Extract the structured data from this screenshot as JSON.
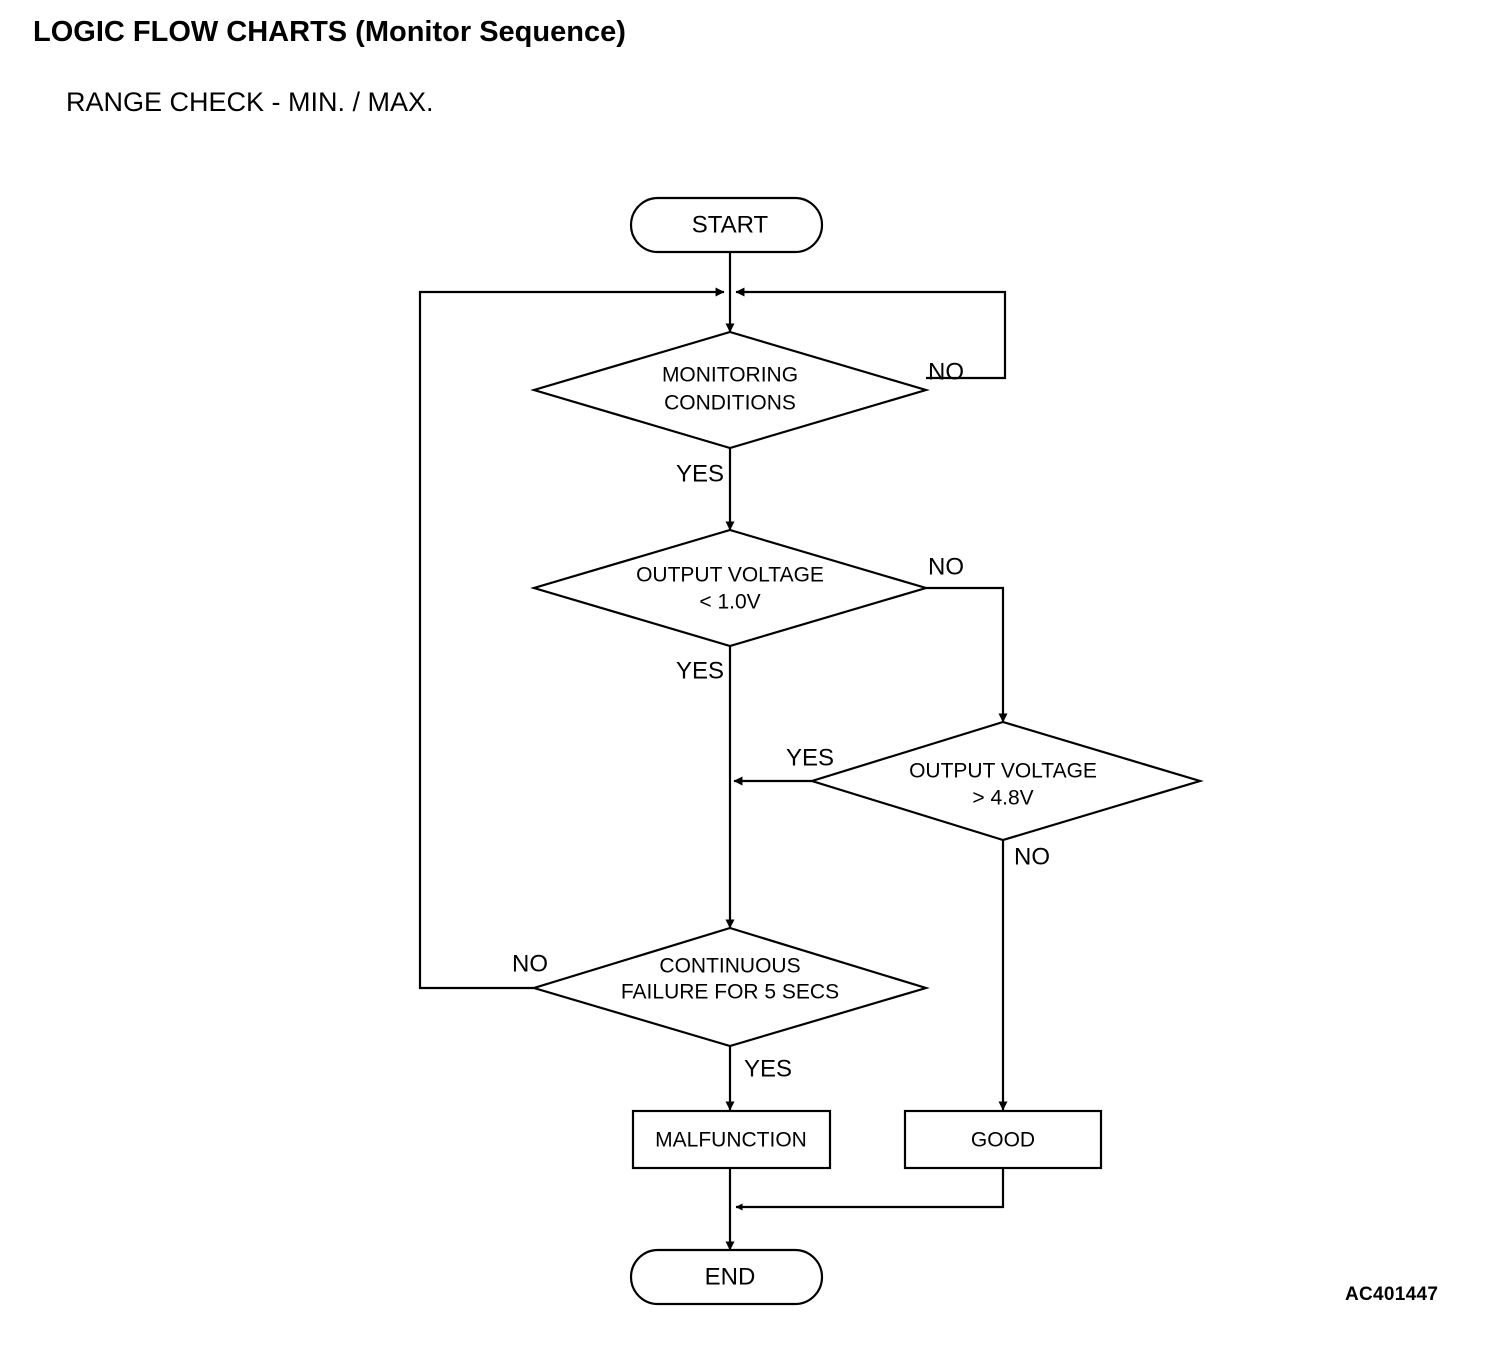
{
  "document": {
    "title": "LOGIC FLOW CHARTS (Monitor Sequence)",
    "subtitle": "RANGE CHECK - MIN. / MAX.",
    "figure_code": "AC401447"
  },
  "chart_data": {
    "type": "diagram",
    "diagram_kind": "flowchart",
    "title": "LOGIC FLOW CHARTS (Monitor Sequence)",
    "subtitle": "RANGE CHECK - MIN. / MAX.",
    "nodes": [
      {
        "id": "start",
        "shape": "terminator",
        "label": "START"
      },
      {
        "id": "monitoring",
        "shape": "decision",
        "label_line1": "MONITORING",
        "label_line2": "CONDITIONS"
      },
      {
        "id": "vmin",
        "shape": "decision",
        "label_line1": "OUTPUT VOLTAGE",
        "label_line2": "< 1.0V"
      },
      {
        "id": "vmax",
        "shape": "decision",
        "label_line1": "OUTPUT VOLTAGE",
        "label_line2": "> 4.8V"
      },
      {
        "id": "contfail",
        "shape": "decision",
        "label_line1": "CONTINUOUS",
        "label_line2": "FAILURE FOR 5 SECS"
      },
      {
        "id": "malfunction",
        "shape": "process",
        "label": "MALFUNCTION"
      },
      {
        "id": "good",
        "shape": "process",
        "label": "GOOD"
      },
      {
        "id": "end",
        "shape": "terminator",
        "label": "END"
      }
    ],
    "edges": [
      {
        "from": "start",
        "to": "monitoring",
        "label": ""
      },
      {
        "from": "monitoring",
        "to": "start-join",
        "label": "NO"
      },
      {
        "from": "monitoring",
        "to": "vmin",
        "label": "YES"
      },
      {
        "from": "vmin",
        "to": "vmax",
        "label": "NO"
      },
      {
        "from": "vmin",
        "to": "contfail",
        "label": "YES"
      },
      {
        "from": "vmax",
        "to": "contfail",
        "label": "YES"
      },
      {
        "from": "vmax",
        "to": "good",
        "label": "NO"
      },
      {
        "from": "contfail",
        "to": "start-join",
        "label": "NO"
      },
      {
        "from": "contfail",
        "to": "malfunction",
        "label": "YES"
      },
      {
        "from": "malfunction",
        "to": "end",
        "label": ""
      },
      {
        "from": "good",
        "to": "end",
        "label": ""
      }
    ],
    "edge_labels": {
      "monitoring_no": "NO",
      "monitoring_yes": "YES",
      "vmin_no": "NO",
      "vmin_yes": "YES",
      "vmax_yes": "YES",
      "vmax_no": "NO",
      "contfail_no": "NO",
      "contfail_yes": "YES"
    },
    "colors": {
      "stroke": "#000000",
      "fill": "#ffffff",
      "text": "#000000"
    }
  }
}
